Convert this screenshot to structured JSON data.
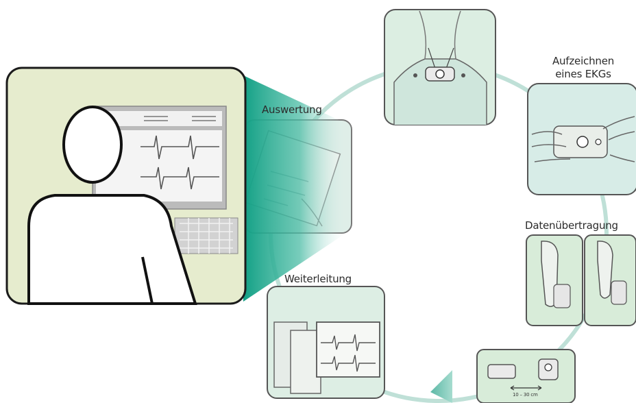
{
  "labels": {
    "record_line1": "Aufzeichnen",
    "record_line2": "eines EKGs",
    "evaluation": "Auswertung",
    "transfer": "Datenübertragung",
    "forwarding": "Weiterleitung",
    "distance": "10 – 30 cm"
  },
  "colors": {
    "cycle_ring": "#b7dcd2",
    "panel_fill": "#e6edd0",
    "panel_border": "#555555",
    "teal_beam": "#1aa58c",
    "arrow": "#8fcfc0",
    "card_fill": "#dceee9"
  }
}
